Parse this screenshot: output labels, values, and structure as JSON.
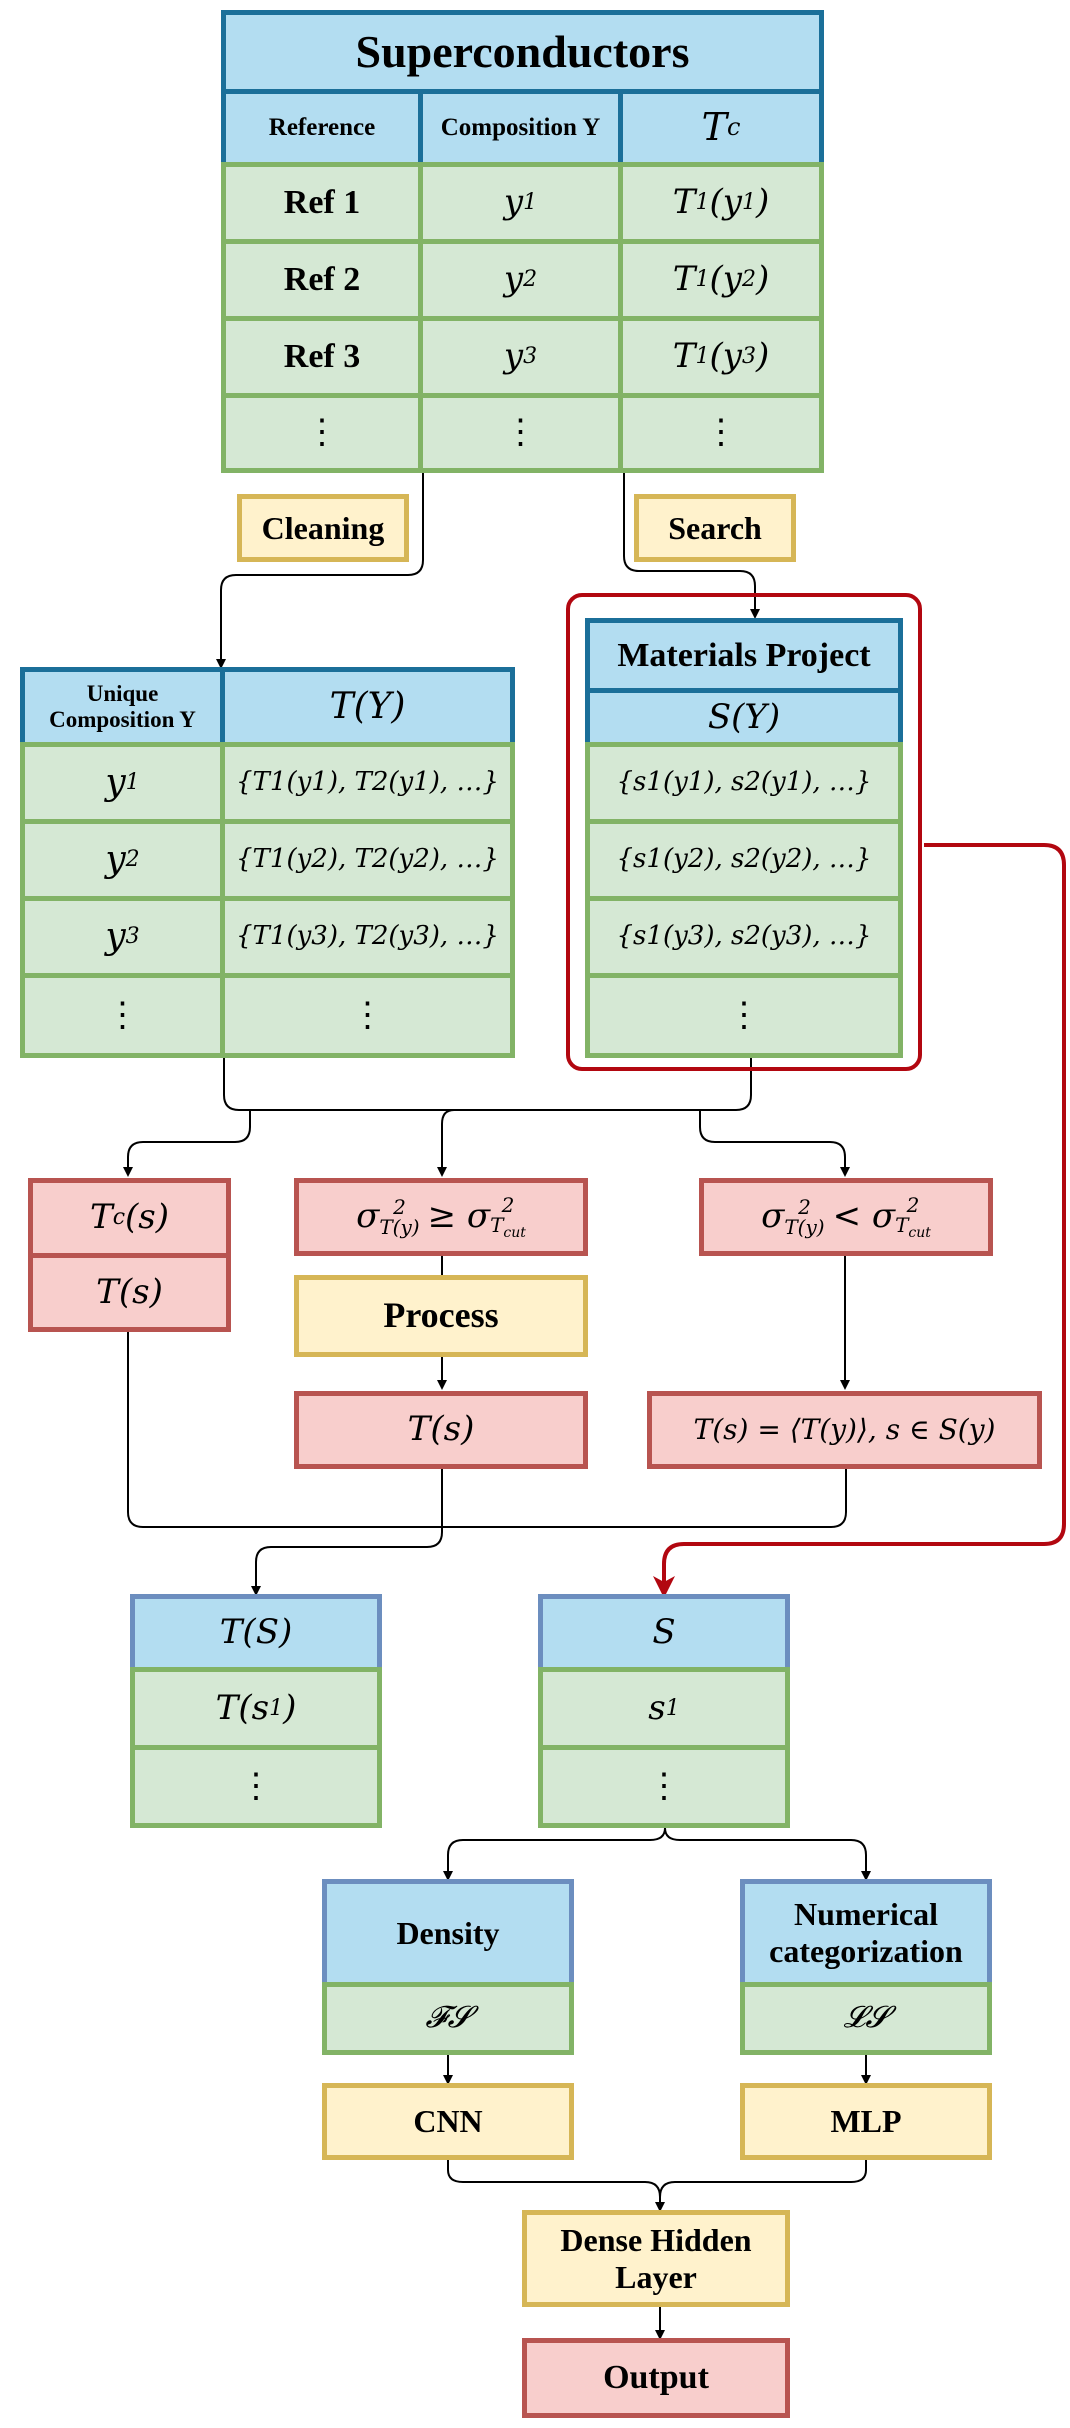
{
  "superconductors": {
    "title": "Superconductors",
    "headers": [
      "Reference",
      "Composition Y",
      "Tc"
    ],
    "rows": [
      [
        "Ref 1",
        "y1",
        "T1(y1)"
      ],
      [
        "Ref 2",
        "y2",
        "T1(y2)"
      ],
      [
        "Ref 3",
        "y3",
        "T1(y3)"
      ],
      [
        "⋮",
        "⋮",
        "⋮"
      ]
    ]
  },
  "labels": {
    "cleaning": "Cleaning",
    "search": "Search"
  },
  "unique": {
    "headers": [
      "Unique Composition Y",
      "T(Y)"
    ],
    "rows": [
      [
        "y1",
        "{T1(y1), T2(y1), …}"
      ],
      [
        "y2",
        "{T1(y2), T2(y2), …}"
      ],
      [
        "y3",
        "{T1(y3), T2(y3), …}"
      ],
      [
        "⋮",
        "⋮"
      ]
    ]
  },
  "materials_project": {
    "title": "Materials Project",
    "header": "S(Y)",
    "rows": [
      "{s1(y1), s2(y1), …}",
      "{s1(y2), s2(y2), …}",
      "{s1(y3), s2(y3), …}",
      "⋮"
    ]
  },
  "branches": {
    "left": [
      "Tc(s)",
      "T(s)"
    ],
    "middle_condition": "σ²T(y) ≥ σ²Tcut",
    "process": "Process",
    "middle_result": "T(s)",
    "right_condition": "σ²T(y) < σ²Tcut",
    "right_result": "T(s) = ⟨T(y)⟩, s ∈ S(y)"
  },
  "ts_table": {
    "header": "T(S)",
    "rows": [
      "T(s1)",
      "⋮"
    ]
  },
  "s_table": {
    "header": "S",
    "rows": [
      "s1",
      "⋮"
    ]
  },
  "density": {
    "title": "Density",
    "feature": "𝓕𝓢",
    "model": "CNN"
  },
  "numerical": {
    "title": "Numerical categorization",
    "feature": "𝓛𝓢",
    "model": "MLP"
  },
  "dense": "Dense Hidden Layer",
  "output": "Output",
  "colors": {
    "header_fill": "#b3ddf1",
    "header_border": "#1b6f99",
    "green_fill": "#d5e8d4",
    "green_border": "#82b366",
    "red_fill": "#f8cecc",
    "red_border": "#b85450",
    "yellow_fill": "#fff2cc",
    "yellow_border": "#d6b656",
    "highlight": "#b20710"
  }
}
